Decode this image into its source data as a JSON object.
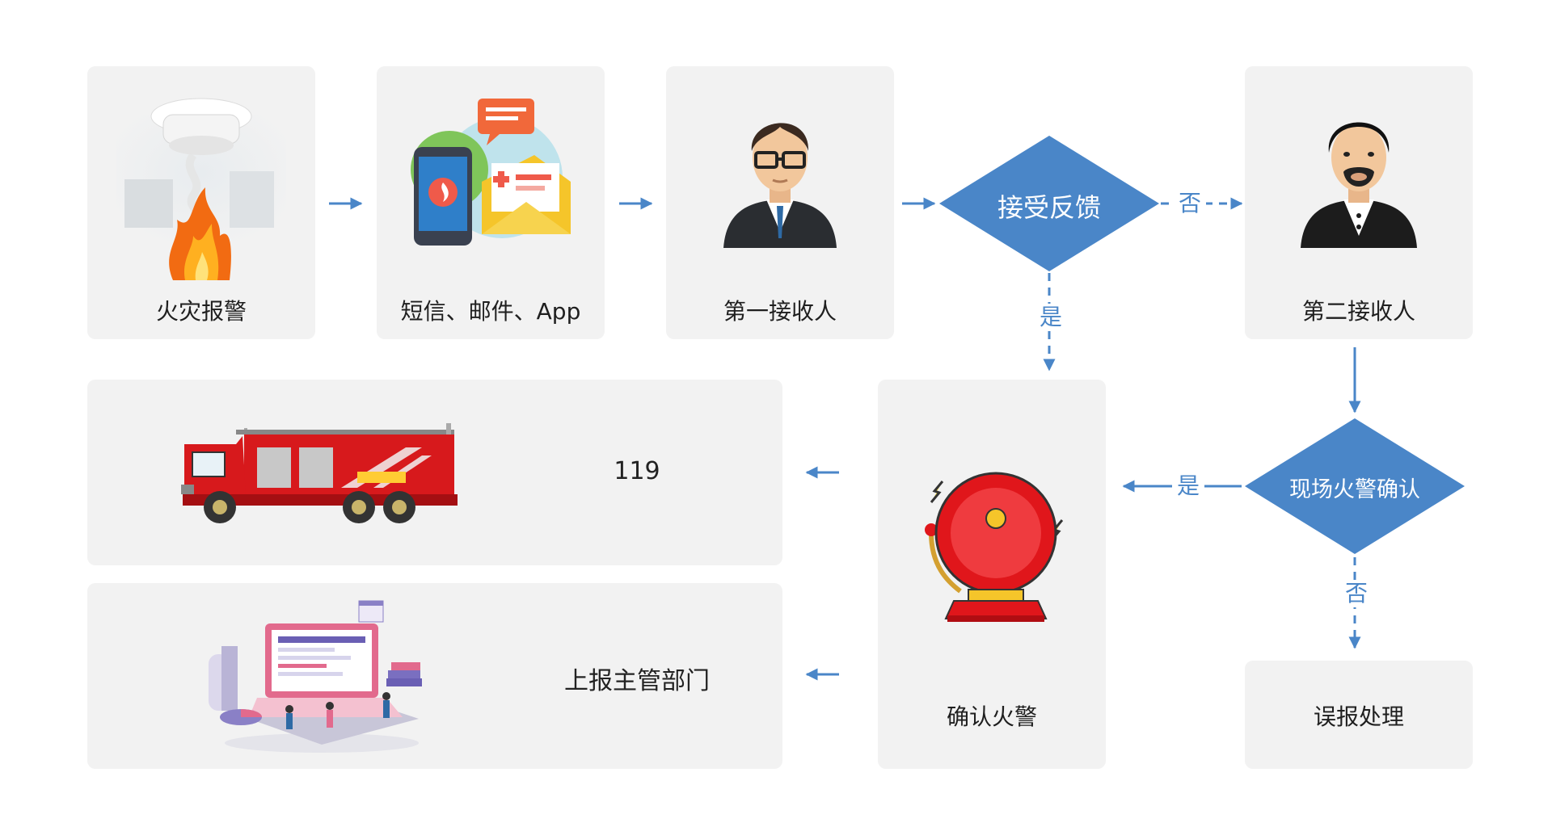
{
  "steps": {
    "fire_alarm": "火灾报警",
    "notify": "短信、邮件、App",
    "first_receiver": "第一接收人",
    "second_receiver": "第二接收人",
    "confirm_alarm": "确认火警",
    "call_119": "119",
    "report": "上报主管部门",
    "false_alarm": "误报处理"
  },
  "decisions": {
    "feedback": "接受反馈",
    "onsite_confirm": "现场火警确认"
  },
  "edge_labels": {
    "feedback_no": "否",
    "feedback_yes": "是",
    "onsite_yes": "是",
    "onsite_no": "否"
  },
  "colors": {
    "card_bg": "#f2f2f2",
    "diamond": "#4a86c8",
    "arrow": "#4a86c8"
  },
  "icons": [
    "smoke-detector-fire-icon",
    "phone-mail-icon",
    "man-glasses-icon",
    "man-beard-icon",
    "fire-truck-icon",
    "alarm-bell-icon",
    "office-laptop-icon"
  ]
}
